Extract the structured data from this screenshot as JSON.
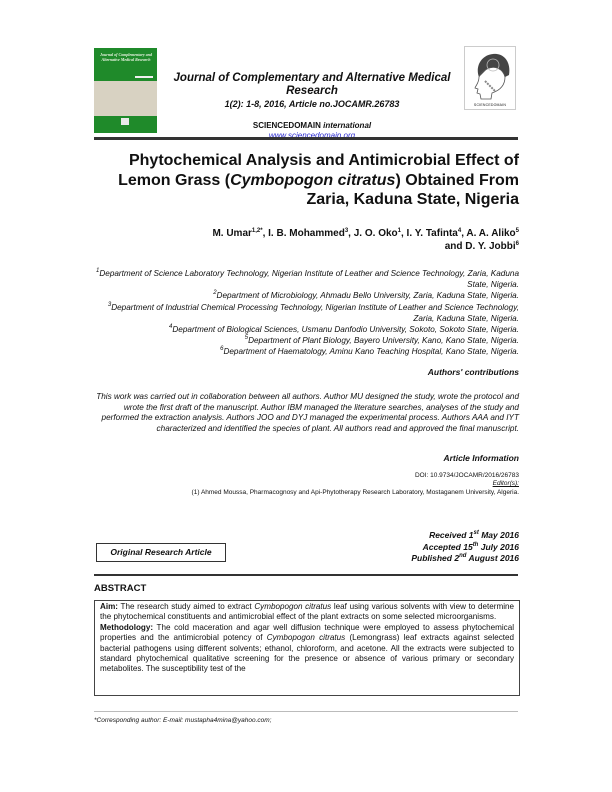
{
  "header": {
    "cover": {
      "title": "Journal of Complementary and Alternative Medical Research",
      "colors": {
        "green": "#1f8a2a",
        "beige": "#d8d2c2"
      }
    },
    "journal_title": "Journal of Complementary and Alternative Medical Research",
    "issue": "1(2): 1-8, 2016, Article no.JOCAMR.26783",
    "publisher_name": "SCIENCEDOMAIN",
    "publisher_suffix": "international",
    "publisher_url": "www.sciencedomain.org",
    "logo_caption": "SCIENCEDOMAIN",
    "url_color": "#2a2ad0"
  },
  "paper": {
    "title_line1": "Phytochemical Analysis and Antimicrobial Effect of",
    "title_line2_pre": "Lemon Grass (",
    "title_line2_italic": "Cymbopogon citratus",
    "title_line2_post": ") Obtained From",
    "title_line3": "Zaria, Kaduna State, Nigeria",
    "authors": [
      {
        "name": "M. Umar",
        "sup": "1,2*",
        "sep": ", "
      },
      {
        "name": "I. B. Mohammed",
        "sup": "3",
        "sep": ", "
      },
      {
        "name": "J. O. Oko",
        "sup": "1",
        "sep": ", "
      },
      {
        "name": "I. Y. Tafinta",
        "sup": "4",
        "sep": ", "
      },
      {
        "name": "A. A. Aliko",
        "sup": "5",
        "sep": ""
      },
      {
        "name": "and D. Y. Jobbi",
        "sup": "6",
        "sep": ""
      }
    ],
    "affiliations": [
      {
        "sup": "1",
        "text": "Department of Science Laboratory Technology, Nigerian Institute of Leather and Science Technology, Zaria, Kaduna State, Nigeria."
      },
      {
        "sup": "2",
        "text": "Department of Microbiology, Ahmadu Bello University, Zaria, Kaduna State, Nigeria."
      },
      {
        "sup": "3",
        "text": "Department of Industrial Chemical Processing Technology, Nigerian Institute of Leather and Science Technology, Zaria, Kaduna State, Nigeria."
      },
      {
        "sup": "4",
        "text": "Department of Biological Sciences, Usmanu Danfodio University, Sokoto, Sokoto State, Nigeria."
      },
      {
        "sup": "5",
        "text": "Department of Plant Biology, Bayero University, Kano, Kano State, Nigeria."
      },
      {
        "sup": "6",
        "text": "Department of Haematology, Aminu Kano Teaching Hospital, Kano State, Nigeria."
      }
    ],
    "contributions_heading": "Authors' contributions",
    "contributions_text": "This work was carried out in collaboration between all authors. Author MU designed the study, wrote the protocol and wrote the first draft of the manuscript. Author IBM managed the literature searches, analyses of the study and performed the extraction analysis. Authors JOO and DYJ managed the experimental process. Authors AAA and IYT characterized and identified the species of plant. All authors read and approved the final manuscript.",
    "article_info_heading": "Article Information",
    "doi": "DOI: 10.9734/JOCAMR/2016/26783",
    "editors_label": "Editor(s):",
    "editors": [
      "(1) Ahmed Moussa, Pharmacognosy and Api-Phytotherapy Research Laboratory, Mostaganem University, Algeria."
    ],
    "article_type": "Original Research Article",
    "dates": [
      {
        "label": "Received 1",
        "sup": "st",
        "rest": " May 2016"
      },
      {
        "label": "Accepted 15",
        "sup": "th",
        "rest": " July 2016"
      },
      {
        "label": "Published 2",
        "sup": "nd",
        "rest": " August 2016"
      }
    ],
    "abstract_heading": "ABSTRACT",
    "abstract": {
      "aim_label": "Aim:",
      "aim_pre": " The research study aimed to extract ",
      "aim_italic": "Cymbopogon citratus",
      "aim_post": " leaf using various solvents with view to determine the phytochemical constituents and antimicrobial effect of the plant extracts on some selected microorganisms.",
      "method_label": "Methodology:",
      "method_pre": " The cold maceration and agar well diffusion technique were employed to assess phytochemical properties and the antimicrobial potency of ",
      "method_italic": "Cymbopogon citratus",
      "method_post": " (Lemongrass) leaf extracts against selected bacterial pathogens using different solvents; ethanol, chloroform, and acetone. All the extracts were subjected to standard phytochemical qualitative screening for the presence or absence of various primary or secondary metabolites. The susceptibility test of the"
    },
    "footnote": "*Corresponding author: E-mail: mustapha4mina@yahoo.com;"
  }
}
